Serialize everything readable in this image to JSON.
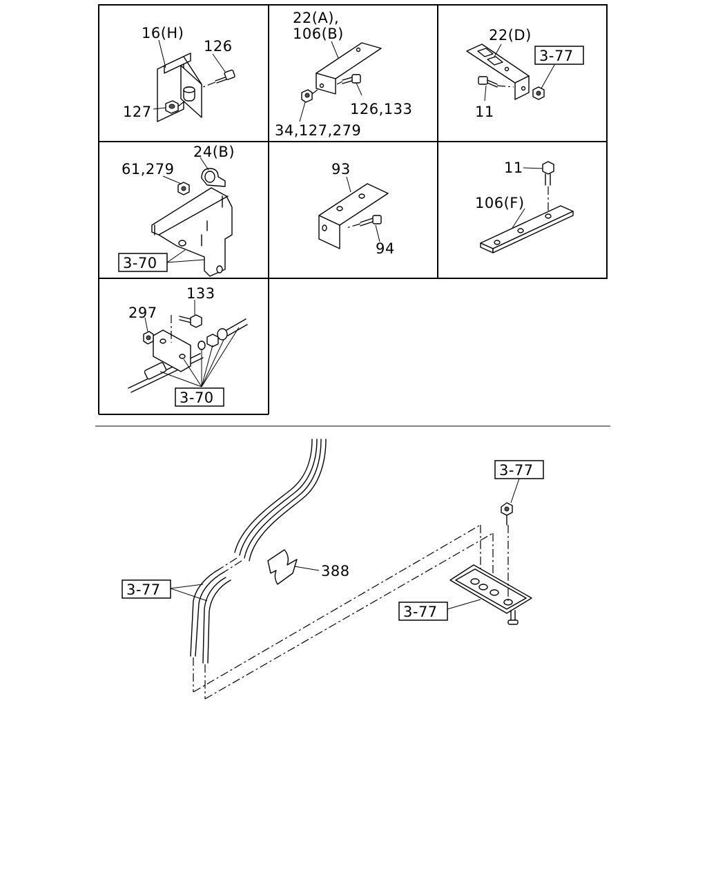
{
  "panels": {
    "p1": {
      "labels": [
        "16(H)",
        "126",
        "127"
      ]
    },
    "p2": {
      "labels": [
        "22(A),",
        "106(B)",
        "126,133",
        "34,127,279"
      ]
    },
    "p3": {
      "labels": [
        "22(D)",
        "3-77",
        "11"
      ]
    },
    "p4": {
      "labels": [
        "24(B)",
        "61,279",
        "3-70"
      ]
    },
    "p5": {
      "labels": [
        "93",
        "94"
      ]
    },
    "p6": {
      "labels": [
        "11",
        "106(F)"
      ]
    },
    "p7": {
      "labels": [
        "133",
        "297",
        "3-70"
      ]
    }
  },
  "main": {
    "labels": [
      "3-77",
      "388",
      "3-77",
      "3-77"
    ]
  }
}
